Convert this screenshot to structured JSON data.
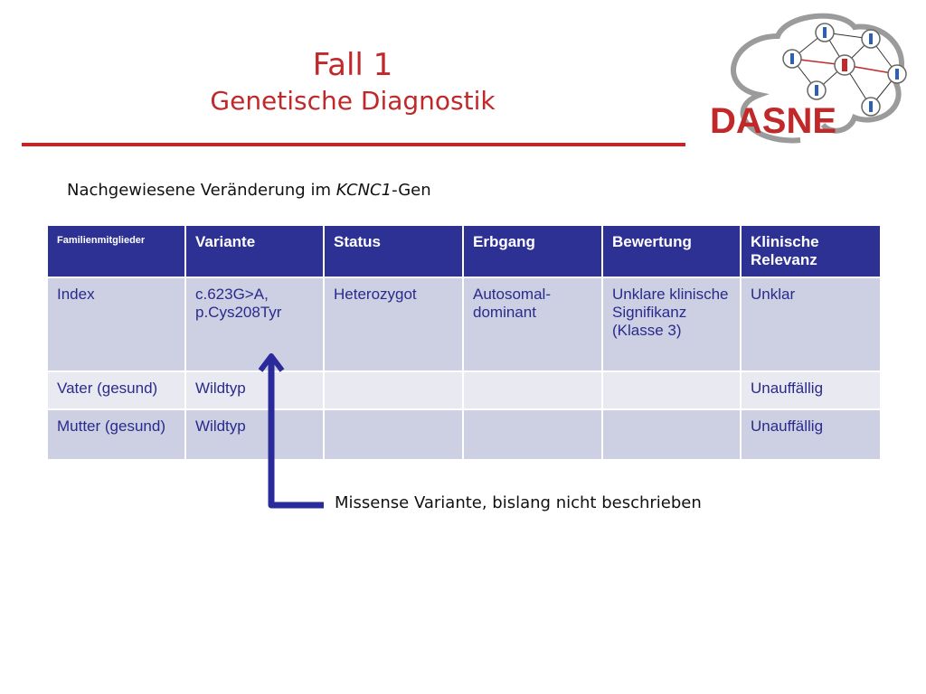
{
  "slide": {
    "title": "Fall 1",
    "subtitle": "Genetische Diagnostik",
    "logo_text": "DASNE",
    "intro_prefix": "Nachgewiesene Veränderung im ",
    "intro_gene": "KCNC1",
    "intro_suffix": "-Gen",
    "note": "Missense Variante, bislang nicht beschrieben",
    "colors": {
      "accent_red": "#c0282a",
      "header_blue": "#2e3194",
      "cell_text": "#2a2a8c"
    }
  },
  "table": {
    "headers": [
      "Familienmitglieder",
      "Variante",
      "Status",
      "Erbgang",
      "Bewertung",
      "Klinische Relevanz"
    ],
    "rows": [
      [
        "Index",
        "c.623G>A, p.Cys208Tyr",
        "Heterozygot",
        "Autosomal-dominant",
        "Unklare klinische Signifikanz (Klasse 3)",
        "Unklar"
      ],
      [
        "Vater (gesund)",
        "Wildtyp",
        "",
        "",
        "",
        "Unauffällig"
      ],
      [
        "Mutter (gesund)",
        "Wildtyp",
        "",
        "",
        "",
        "Unauffällig"
      ]
    ]
  }
}
